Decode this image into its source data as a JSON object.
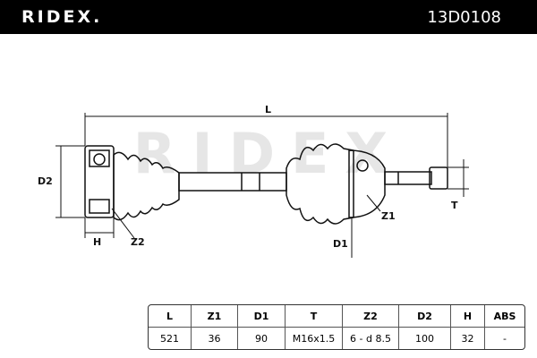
{
  "header": {
    "brand": "RIDEX.",
    "part_number": "13D0108"
  },
  "watermark": "RIDEX",
  "labels": {
    "L": "L",
    "D2": "D2",
    "H": "H",
    "Z2": "Z2",
    "D1": "D1",
    "Z1": "Z1",
    "T": "T"
  },
  "table": {
    "headers": [
      "L",
      "Z1",
      "D1",
      "T",
      "Z2",
      "D2",
      "H",
      "ABS"
    ],
    "values": [
      "521",
      "36",
      "90",
      "M16x1.5",
      "6 - d 8.5",
      "100",
      "32",
      "-"
    ]
  }
}
